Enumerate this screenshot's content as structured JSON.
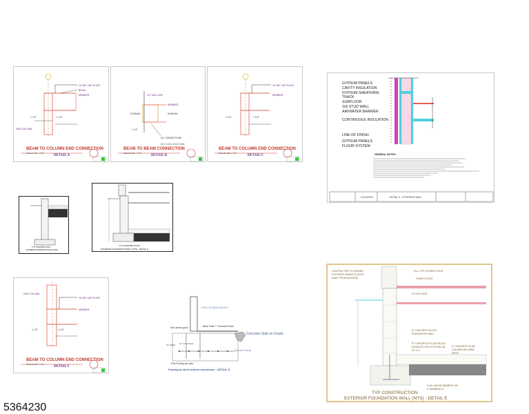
{
  "listing_number": "5364230",
  "colors": {
    "red_title": "#c0392b",
    "purple_text": "#6a2a8a",
    "magenta_insulation": "#d63fb5",
    "cyan_membrane": "#4fd0e0",
    "tan_border": "#e0c58c"
  },
  "detail_a": {
    "title": "BEAM TO COLUMN END CONNECTION",
    "scale": "SCALE: 1/2\" = 1'-0\"",
    "label": "DETAIL A",
    "dim_left": "1 1/2\"",
    "dim_right": "1 1/2\""
  },
  "detail_b": {
    "title": "BEAM TO BEAM CONNECTION",
    "scale": "SCALE: 1/2\" = 1'-0\"",
    "label": "DETAIL B",
    "dim": "1 1/2\""
  },
  "detail_c": {
    "title": "BEAM TO COLUMN END CONNECTION",
    "scale": "SCALE: 1/2\" = 1'-0\"",
    "label": "DETAIL C",
    "dim_left": "1 1/2\"",
    "dim_right": "1 1/2\""
  },
  "detail_f": {
    "title": "BEAM TO COLUMN END CONNECTION",
    "scale": "SCALE: 1/2\" = 1'-0\"",
    "label": "DETAIL F",
    "dim_left": "1 1/2\"",
    "dim_right": "1 1/2\""
  },
  "detail_d": {
    "labels": [
      "GYPSUM PANELS",
      "CAVITY INSULATION",
      "GYPSUM SHEATHING",
      "TRACK",
      "SUBFLOOR",
      "2x6 STUD WALL",
      "AIR/WATER BARRIER",
      "CONTINUOUS INSULATION",
      "LINE OF FINISH",
      "GYPSUM PANELS",
      "FLOOR SYSTEM"
    ],
    "notes_title": "GENERAL NOTES:",
    "date": "01/10/2020",
    "title": "DETAIL D - EXTERIOR WALL"
  },
  "foundation_small": {
    "caption_1": "TYP CONSTRUCTION",
    "caption_2": "EXTERIOR FOUNDATION WALL (NTS)"
  },
  "foundation_medium": {
    "caption_1": "TYP CONSTRUCTION",
    "caption_2": "EXTERIOR FOUNDATION WALL (NTS) - DETAIL E"
  },
  "detail_g": {
    "column": "HSS COLUMN 6x6x3/16",
    "grout": "Non-shrink grout",
    "base_plate": "Base Plate + Threaded Rods",
    "slab": "Concrete Slab on Grade",
    "spread": "Spread Footing",
    "depth": "12\" (MIN)",
    "embed": "12\" min embed",
    "pad": "Pad Footing per plan",
    "caption": "Footing to steel column connection - DETAIL G"
  },
  "detail_e": {
    "grade_note": [
      "CONTRACTOR TO ENSURE",
      "EXTERIOR GRADE SLOPES",
      "AWAY FROM BUILDING"
    ],
    "fill_top": "FILL TOP COURSE SOLID",
    "finish_floor": "FINISH FLOOR",
    "floor_joist": "FLOOR JOIST",
    "block_wall": [
      "8\" CONCRETE BLOCK",
      "FOUNDATION WALL"
    ],
    "filled_block": [
      "8\" CONCRETE FILLED BLOCK",
      "DOWELED INTO FOOTING @",
      "32\" O.C."
    ],
    "slab": [
      "4\" CONCRETE SLAB",
      "C/W WELDED WIRE",
      "MESH"
    ],
    "vapor": [
      "6 MIL VAPOR BARRIER ON",
      "6\" MINIMUM 'A'"
    ],
    "caption_1": "TYP CONSTRUCTION",
    "caption_2": "EXTERIOR FOUNDATION WALL (NTS) - DETAIL E"
  }
}
